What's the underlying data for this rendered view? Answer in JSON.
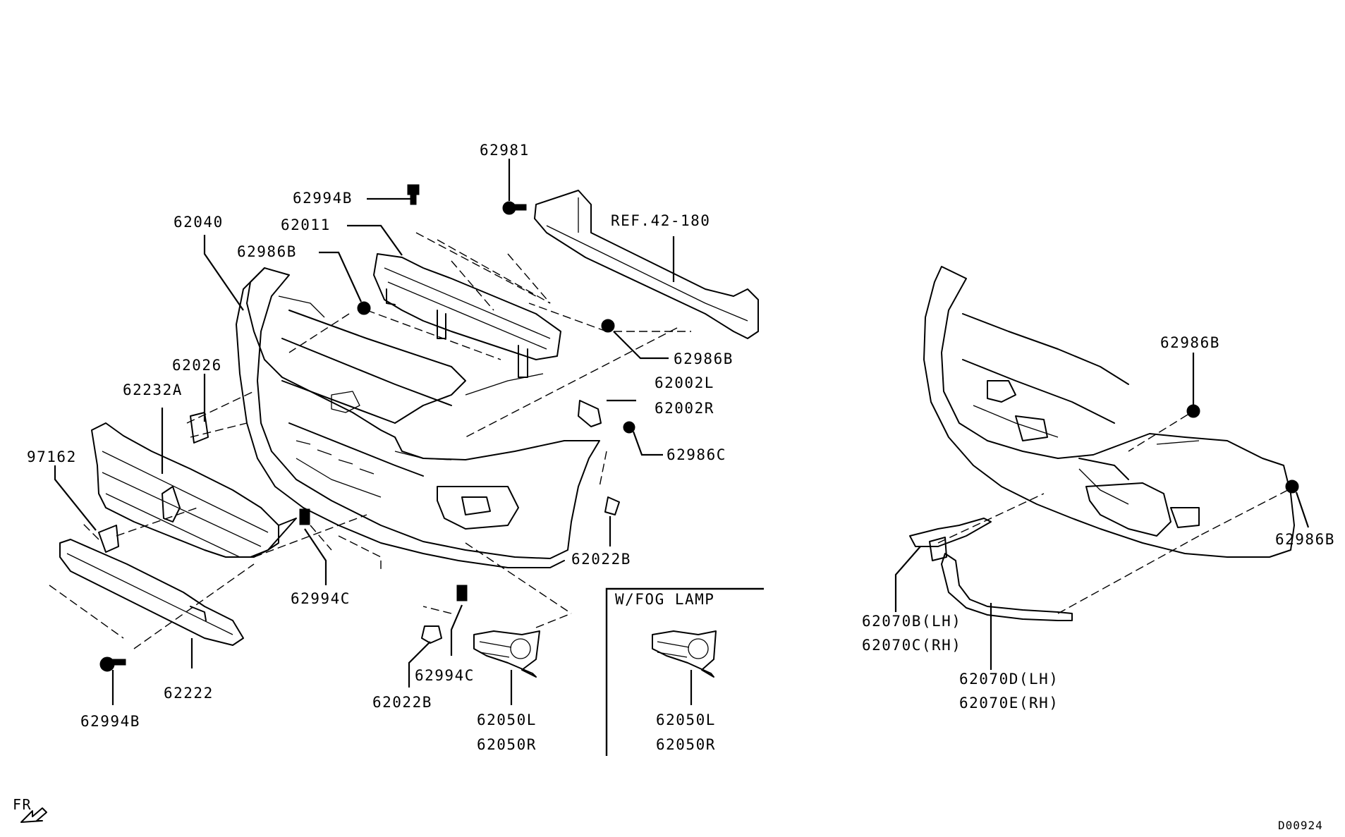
{
  "labels": {
    "l62981": "62981",
    "l62994B_top": "62994B",
    "l62011": "62011",
    "lREF": "REF.42-180",
    "l62040": "62040",
    "l62986B_top": "62986B",
    "l62986B_mid": "62986B",
    "l62026": "62026",
    "l62232A": "62232A",
    "l62002L": "62002L",
    "l62002R": "62002R",
    "l62986C": "62986C",
    "l97162": "97162",
    "l62022B_right": "62022B",
    "l62994C_left": "62994C",
    "l62994C_mid": "62994C",
    "l62022B_bottom": "62022B",
    "l62222": "62222",
    "l62994B_bottom": "62994B",
    "l62050L": "62050L",
    "l62050R": "62050R",
    "fog_title": "W/FOG LAMP",
    "l62050L_fog": "62050L",
    "l62050R_fog": "62050R",
    "l62986B_right_top": "62986B",
    "l62986B_right_side": "62986B",
    "l62070B": "62070B(LH)",
    "l62070C": "62070C(RH)",
    "l62070D": "62070D(LH)",
    "l62070E": "62070E(RH)",
    "fr": "FR",
    "code": "D00924"
  }
}
